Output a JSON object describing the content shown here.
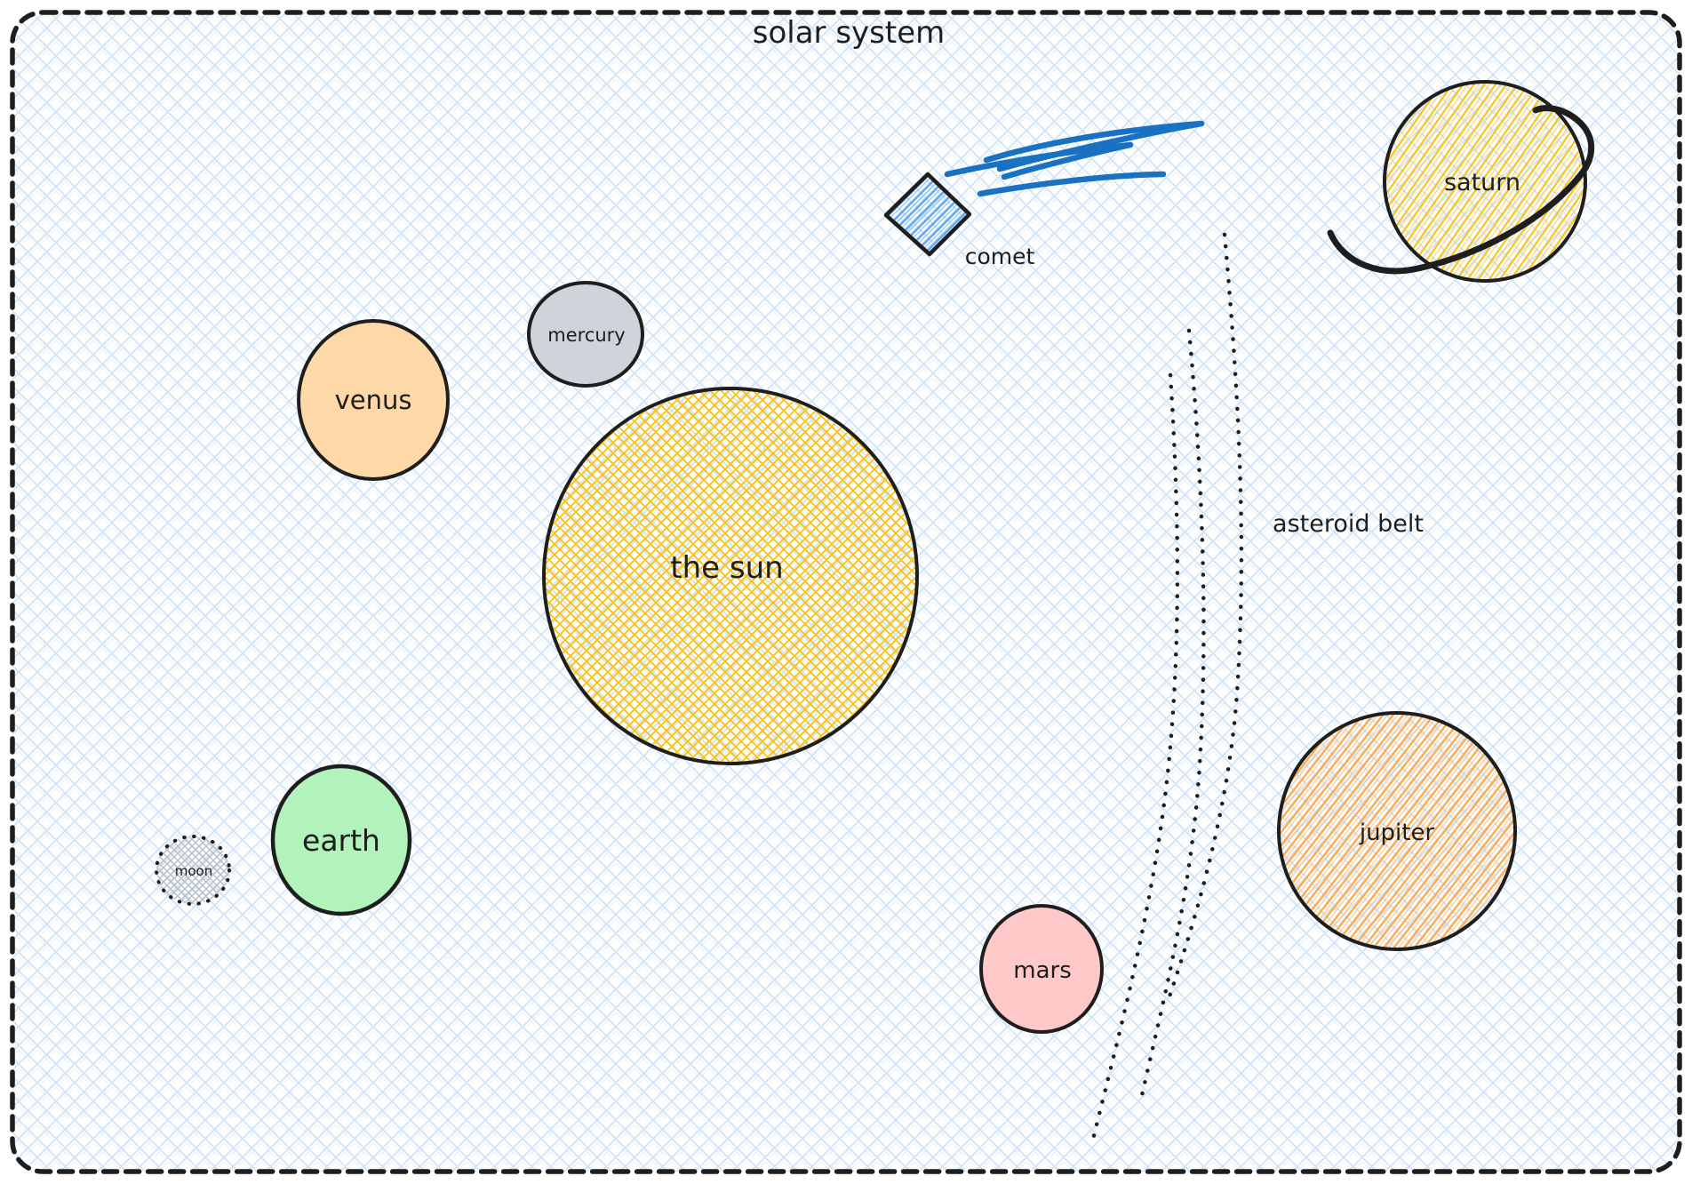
{
  "title": "solar system",
  "canvas": {
    "background_hatch_color": "#d4e5f6",
    "border_color": "#1e1e1e"
  },
  "objects": {
    "sun": {
      "label": "the sun",
      "hatch_color": "#fcc419"
    },
    "mercury": {
      "label": "mercury",
      "fill": "#ced4da"
    },
    "venus": {
      "label": "venus",
      "fill": "#ffd8a8"
    },
    "earth": {
      "label": "earth",
      "fill": "#b2f2bb"
    },
    "moon": {
      "label": "moon",
      "hatch_color": "#b9c0c7"
    },
    "mars": {
      "label": "mars",
      "fill": "#ffc9c9"
    },
    "jupiter": {
      "label": "jupiter",
      "hatch_color": "#ffa94d"
    },
    "saturn": {
      "label": "saturn",
      "hatch_color": "#fcc419",
      "ring_color": "#1e1e1e"
    },
    "comet": {
      "label": "comet",
      "tail_color": "#1971c2",
      "hatch_color": "#5fa8ee"
    },
    "asteroid_belt": {
      "label": "asteroid belt",
      "dot_color": "#1e1e1e"
    }
  }
}
